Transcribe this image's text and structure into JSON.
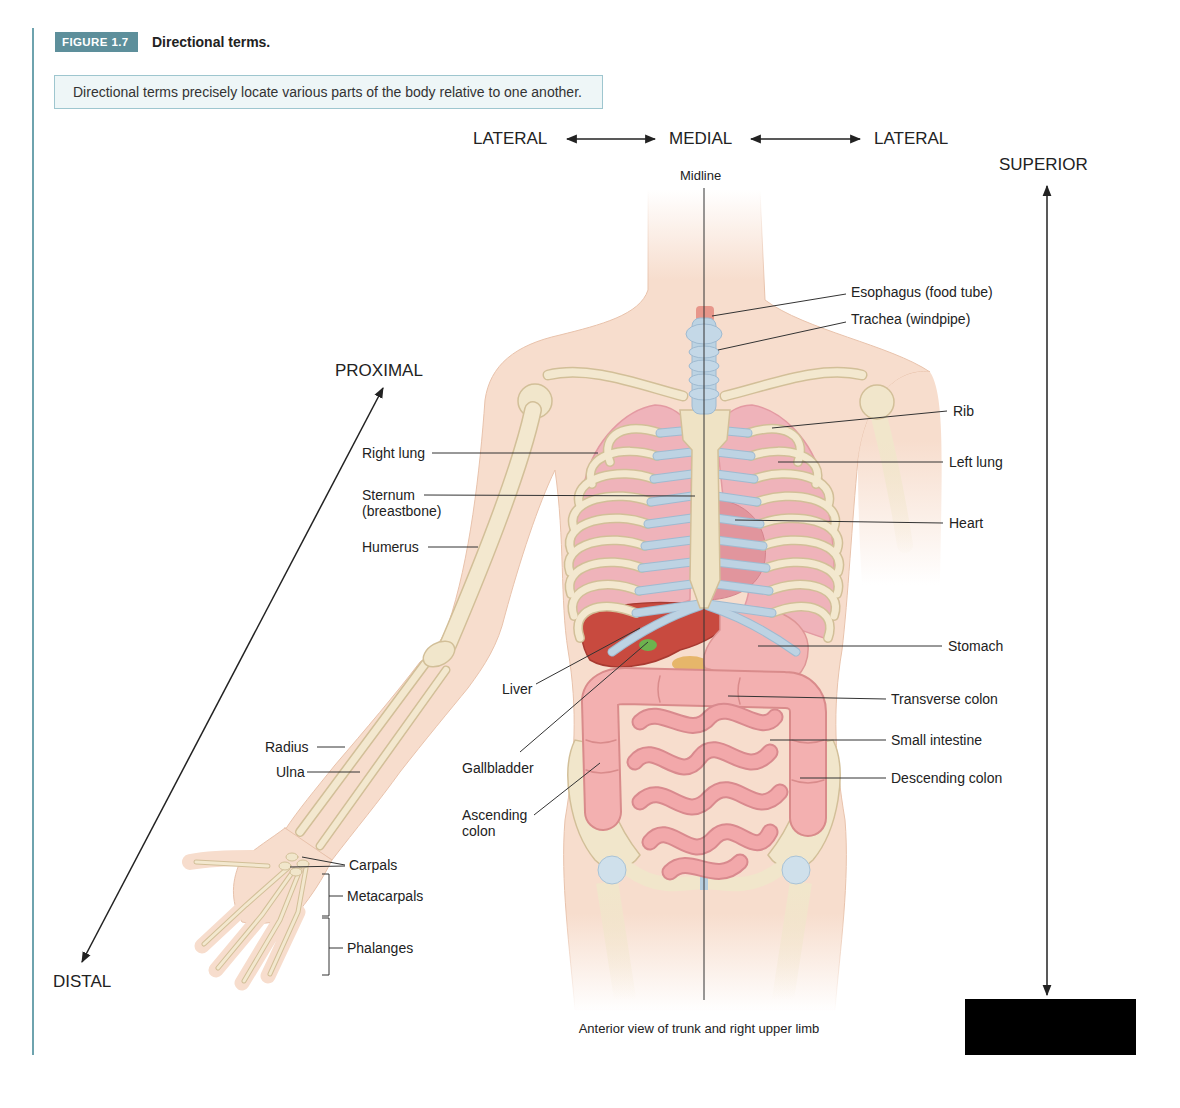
{
  "diagram": {
    "title": "Directional terms.",
    "caption": "Anterior view of trunk and right upper limb",
    "nodes": [
      {
        "text": [
          "FIGURE 1.7"
        ]
      },
      {
        "text": [
          "Directional terms precisely locate various parts of the body relative to one another."
        ]
      }
    ],
    "labels": [
      "LATERAL",
      "MEDIAL",
      "LATERAL",
      "Midline",
      "SUPERIOR",
      "PROXIMAL",
      "DISTAL",
      "Esophagus (food tube)",
      "Trachea (windpipe)",
      "Rib",
      "Right lung",
      "Left lung",
      "Sternum (breastbone)",
      "Heart",
      "Humerus",
      "Stomach",
      "Liver",
      "Transverse colon",
      "Small intestine",
      "Radius",
      "Ulna",
      "Gallbladder",
      "Descending colon",
      "Ascending colon",
      "Carpals",
      "Metacarpals",
      "Phalanges"
    ]
  }
}
